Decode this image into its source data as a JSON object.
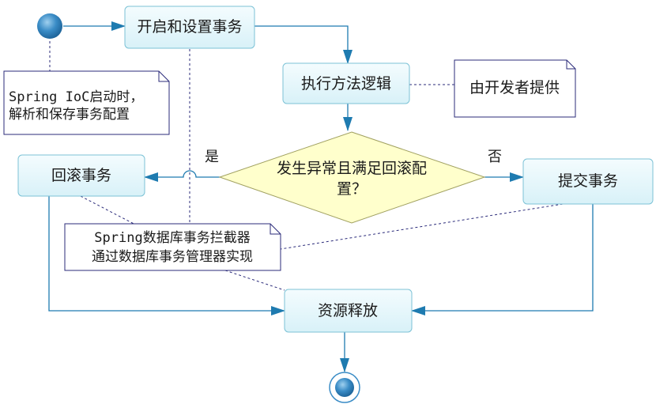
{
  "nodes": {
    "open_tx": "开启和设置事务",
    "exec_logic": "执行方法逻辑",
    "condition_line1": "发生异常且满足回滚配",
    "condition_line2": "置？",
    "rollback": "回滚事务",
    "commit": "提交事务",
    "release": "资源释放"
  },
  "notes": {
    "ioc_line1": "Spring IoC启动时，",
    "ioc_line2": "解析和保存事务配置",
    "developer": "由开发者提供",
    "interceptor_line1": "Spring数据库事务拦截器",
    "interceptor_line2": "通过数据库事务管理器实现"
  },
  "edge_labels": {
    "yes": "是",
    "no": "否"
  },
  "colors": {
    "node_fill": "#e6f7fb",
    "node_stroke": "#7cc2d6",
    "diamond_fill": "#ffffcc",
    "diamond_stroke": "#a0a060",
    "arrow": "#1e7bb0",
    "note_line": "#2b2b7a",
    "start_fill": "#2f7fb8"
  }
}
